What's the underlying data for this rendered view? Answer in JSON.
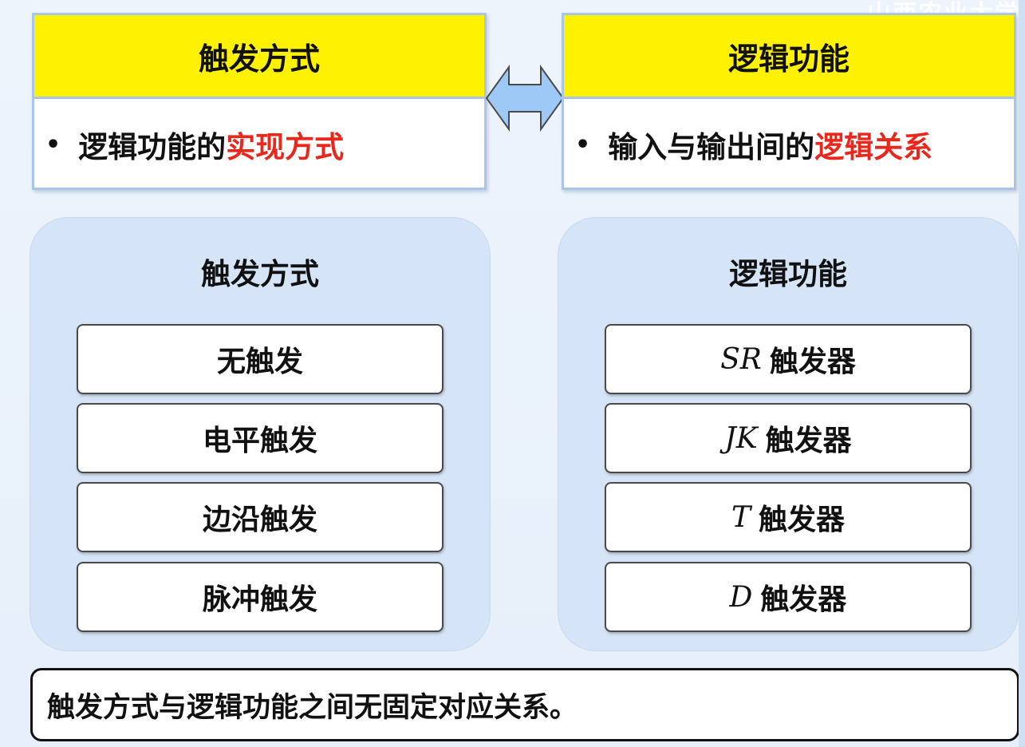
{
  "watermark": "山西农业大学",
  "top_left": {
    "header": "触发方式",
    "bullet": "•",
    "text_prefix": "逻辑功能的",
    "text_highlight": "实现方式"
  },
  "top_right": {
    "header": "逻辑功能",
    "bullet": "•",
    "text_prefix": "输入与输出间的",
    "text_highlight": "逻辑关系"
  },
  "arrow_icon": "double-arrow-icon",
  "left_panel": {
    "title": "触发方式",
    "items": [
      "无触发",
      "电平触发",
      "边沿触发",
      "脉冲触发"
    ]
  },
  "right_panel": {
    "title": "逻辑功能",
    "items": [
      {
        "symbol": "SR",
        "label": "触发器"
      },
      {
        "symbol": "JK",
        "label": "触发器"
      },
      {
        "symbol": "T",
        "label": "触发器"
      },
      {
        "symbol": "D",
        "label": "触发器"
      }
    ]
  },
  "note": "触发方式与逻辑功能之间无固定对应关系。",
  "colors": {
    "header_yellow": "#fff200",
    "highlight_red": "#e8281c",
    "panel_blue": "#d5e4f6",
    "arrow_blue": "#9ec9f7"
  }
}
